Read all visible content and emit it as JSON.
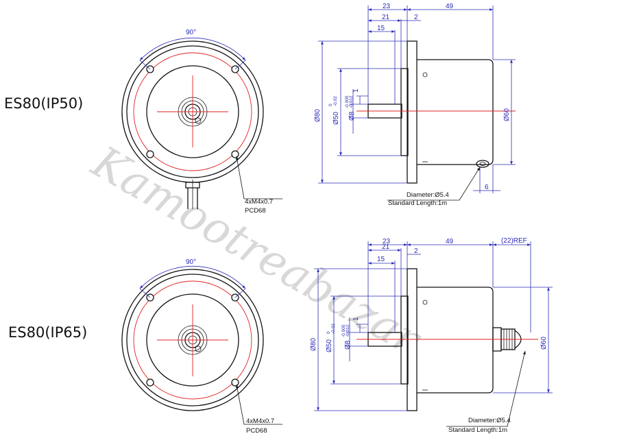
{
  "watermark": "Kamootreabazar",
  "sections": [
    {
      "model": "ES80(IP50)",
      "front": {
        "angle": "90°",
        "hole_note_1": "4xM4x0.7",
        "hole_note_2": "PCD68"
      },
      "side": {
        "dim_23": "23",
        "dim_21": "21",
        "dim_15": "15",
        "dim_2": "2",
        "dim_49": "49",
        "dim_1": "1",
        "dim_80": "Ø80",
        "dim_50": "Ø50",
        "tol_50_upper": "0",
        "tol_50_lower": "-0.02",
        "dim_8": "Ø8",
        "tol_8_upper": "-0.005",
        "tol_8_lower": "-0.012",
        "dim_60": "Ø60",
        "dim_6": "6",
        "cable_1": "Diameter:Ø5.4",
        "cable_2": "Standard Length:1m"
      }
    },
    {
      "model": "ES80(IP65)",
      "front": {
        "angle": "90°",
        "hole_note_1": "4xM4x0.7",
        "hole_note_2": "PCD68"
      },
      "side": {
        "dim_23": "23",
        "dim_21": "21",
        "dim_15": "15",
        "dim_2": "2",
        "dim_49": "49",
        "dim_ref": "(22)REF",
        "dim_1": "1",
        "dim_80": "Ø80",
        "dim_50": "Ø50",
        "tol_50_upper": "0",
        "tol_50_lower": "-0.02",
        "dim_8": "Ø8",
        "tol_8_upper": "-0.005",
        "tol_8_lower": "-0.012",
        "dim_60": "Ø60",
        "cable_1": "Diameter:Ø5.4",
        "cable_2": "Standard Length:1m"
      }
    }
  ]
}
